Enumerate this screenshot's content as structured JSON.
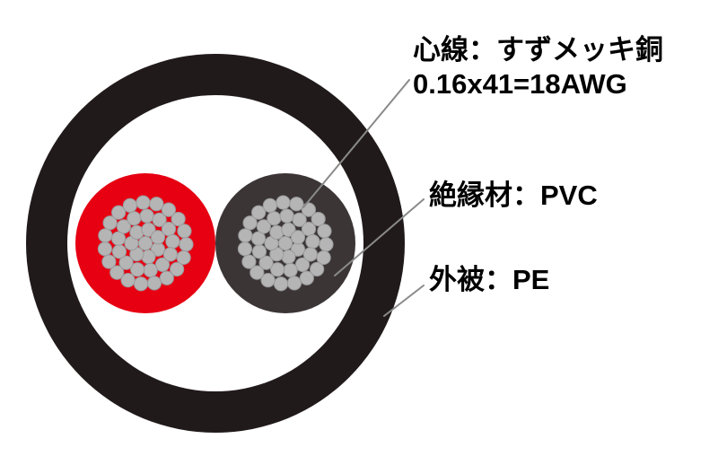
{
  "diagram": {
    "type": "cable-cross-section",
    "labels": {
      "core_material": "心線：すずメッキ銅",
      "core_spec": "0.16x41=18AWG",
      "insulation": "絶縁材：PVC",
      "jacket": "外被：PE"
    },
    "colors": {
      "background": "#ffffff",
      "jacket": "#211a1b",
      "insulation_red": "#e60012",
      "insulation_black": "#3b3536",
      "strand": "#b5b5b6",
      "strand_edge": "#9a9a9b",
      "leader_line": "#8a8a8a",
      "text": "#000000"
    }
  }
}
